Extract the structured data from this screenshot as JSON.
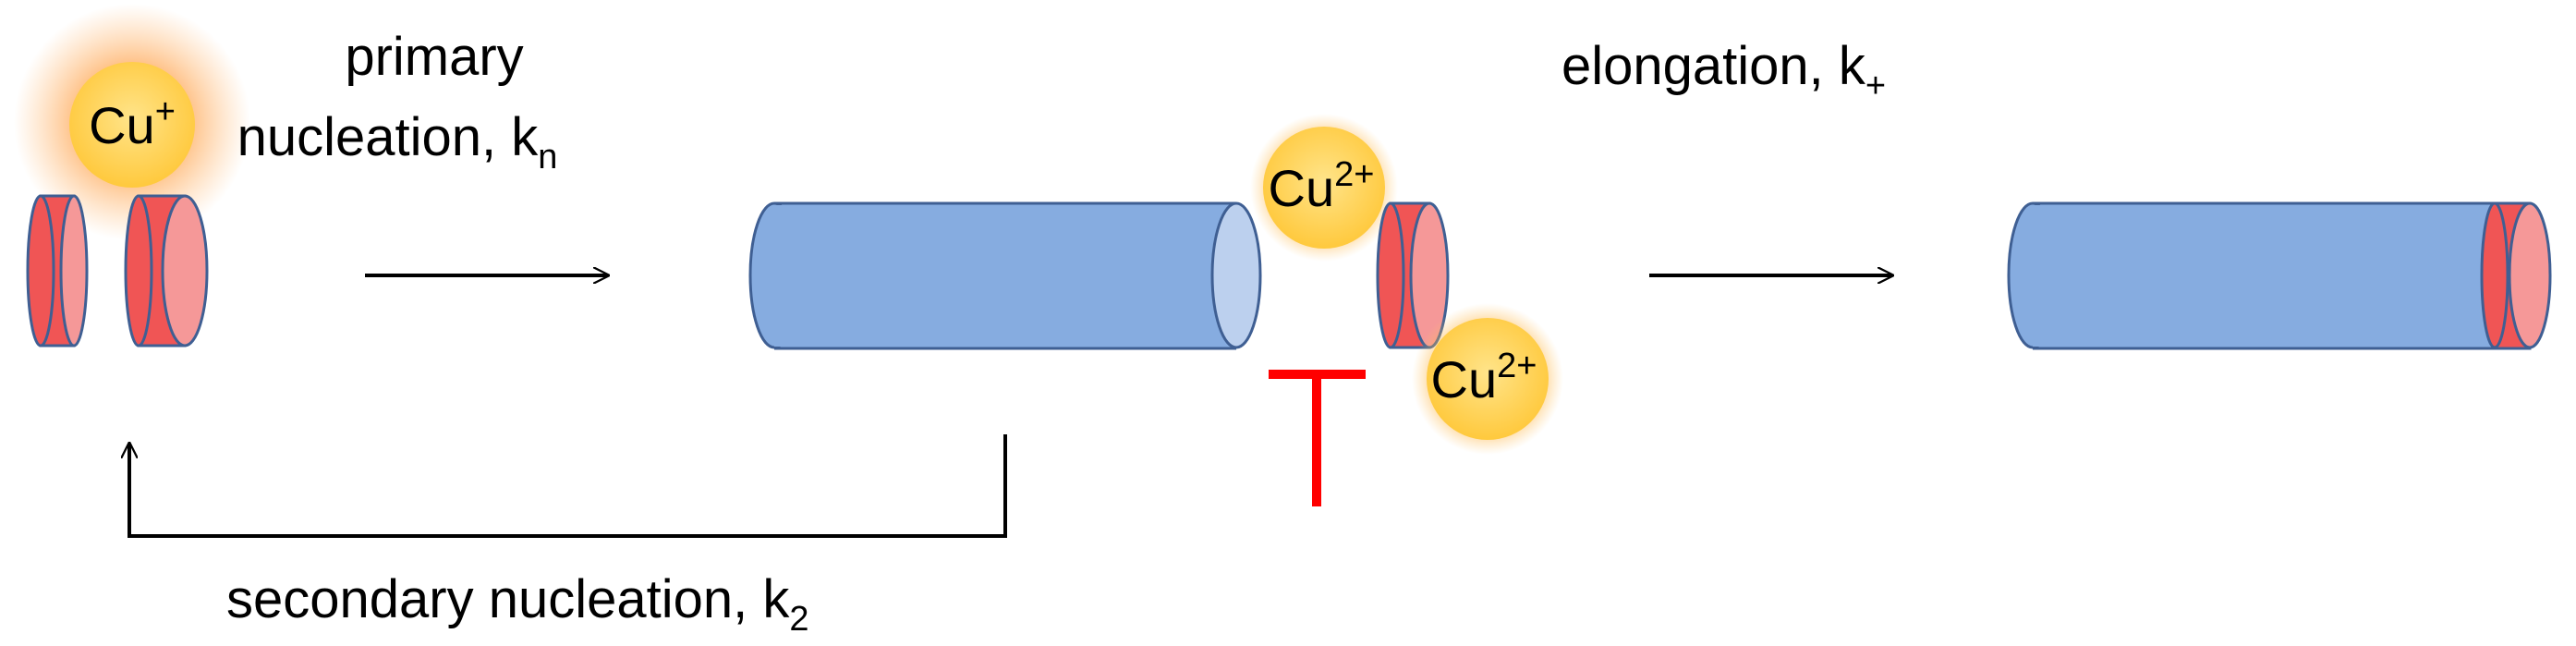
{
  "labels": {
    "primary_line1": "primary",
    "primary_line2": "nucleation, k",
    "primary_sub": "n",
    "elongation": "elongation, k",
    "elongation_sub": "+",
    "secondary": "secondary nucleation, k",
    "secondary_sub": "2"
  },
  "ions": {
    "cu_plus_base": "Cu",
    "cu_plus_charge": "+",
    "cu2_top_base": "Cu",
    "cu2_top_charge": "2+",
    "cu2_bottom_base": "Cu",
    "cu2_bottom_charge": "2+"
  },
  "colors": {
    "fibril_blue": "#86ACE0",
    "fibril_stroke": "#3F5F93",
    "monomer_red": "#F05555",
    "monomer_face": "#F59898",
    "ion_yellow": "#FFD75E",
    "inhibit_red": "#FF0000",
    "glow_orange": "#FF9A3C"
  }
}
